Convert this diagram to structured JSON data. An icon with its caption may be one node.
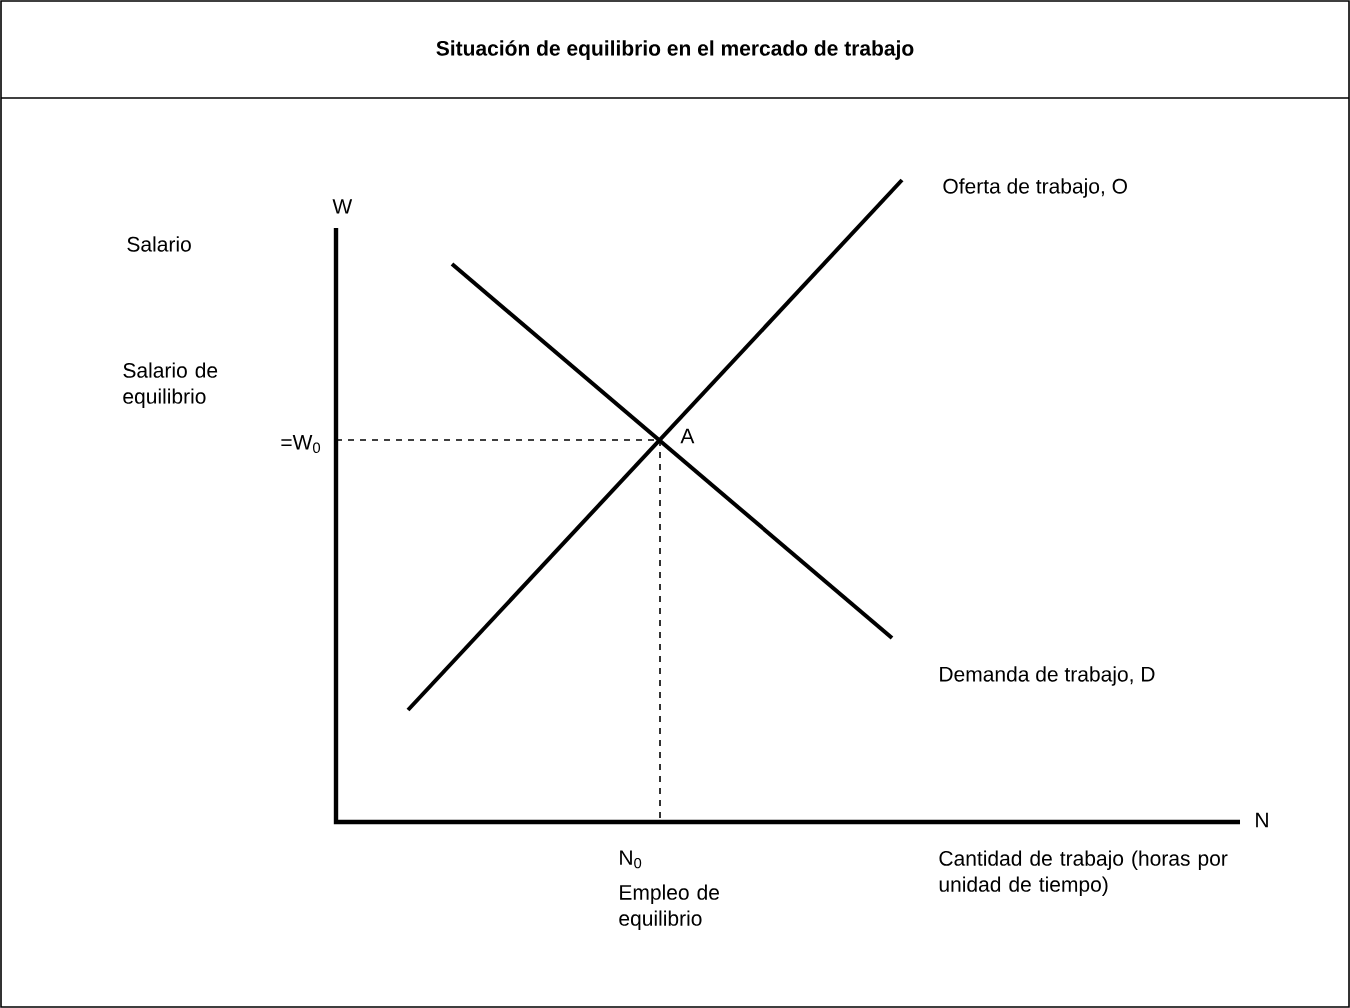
{
  "diagram": {
    "title": "Situación de equilibrio en el mercado de trabajo",
    "labels": [
      "W",
      "Salario",
      "Oferta de trabajo, O",
      "Salario de equilibrio",
      "=W$_{0}$",
      "A",
      "Demanda de trabajo, D",
      "N",
      "N$_{0}$",
      "Empleo de equilibrio",
      "Cantidad de trabajo (horas por unidad de tiempo)"
    ]
  }
}
